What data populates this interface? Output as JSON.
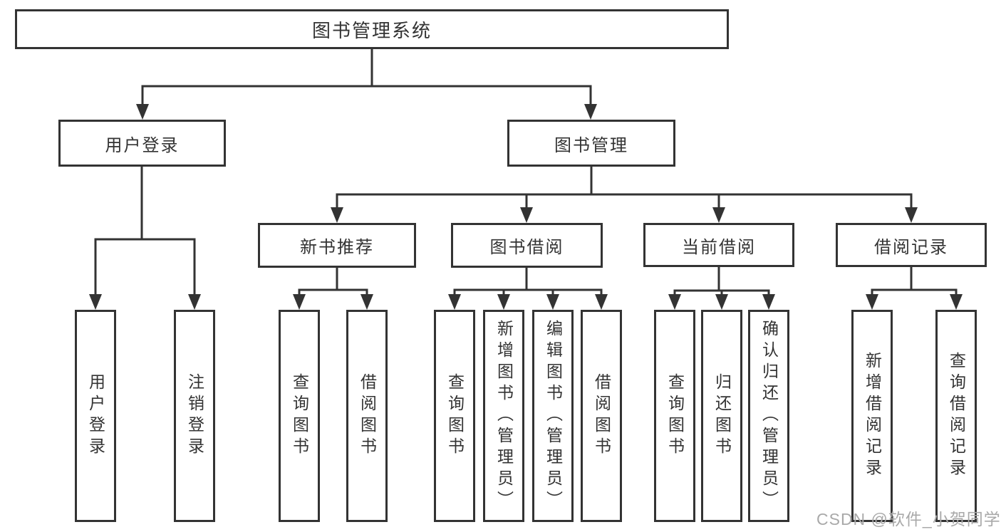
{
  "diagram_title": "图书管理系统",
  "tree": {
    "label": "图书管理系统",
    "children": [
      {
        "label": "用户登录",
        "children": [
          {
            "label": "用户登录"
          },
          {
            "label": "注销登录"
          }
        ]
      },
      {
        "label": "图书管理",
        "children": [
          {
            "label": "新书推荐",
            "children": [
              {
                "label": "查询图书"
              },
              {
                "label": "借阅图书"
              }
            ]
          },
          {
            "label": "图书借阅",
            "children": [
              {
                "label": "查询图书"
              },
              {
                "label": "新增图书（管理员）"
              },
              {
                "label": "编辑图书（管理员）"
              },
              {
                "label": "借阅图书"
              }
            ]
          },
          {
            "label": "当前借阅",
            "children": [
              {
                "label": "查询图书"
              },
              {
                "label": "归还图书"
              },
              {
                "label": "确认归还（管理员）"
              }
            ]
          },
          {
            "label": "借阅记录",
            "children": [
              {
                "label": "新增借阅记录"
              },
              {
                "label": "查询借阅记录"
              }
            ]
          }
        ]
      }
    ]
  },
  "watermark": {
    "text": "CSDN @软件_小贺同学"
  },
  "colors": {
    "line": "#333333",
    "box_border": "#333333",
    "text": "#333333",
    "watermark": "#a9a9a9",
    "background": "#ffffff"
  }
}
